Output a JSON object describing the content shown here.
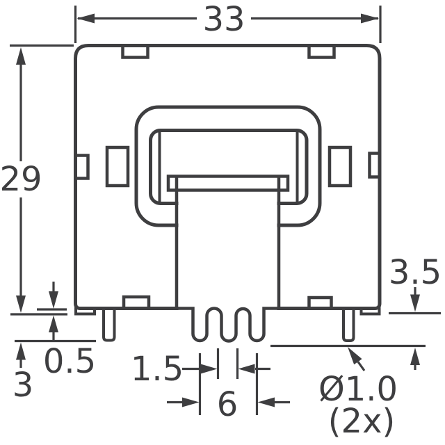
{
  "drawing": {
    "description": "Dimensional outline drawing, component front view",
    "line_color": "#3e3e40",
    "bg_color": "#ffffff",
    "units": "mm",
    "labels": {
      "overall_width": "33",
      "overall_height": "29",
      "pin_protrusion_right": "3.5",
      "standoff_height": "0.5",
      "pin_protrusion_left": "3",
      "terminal_blade_width": "1.5",
      "terminal_span": "6",
      "pin_diameter": "Ø1.0",
      "pin_diameter_count": "(2x)"
    }
  }
}
